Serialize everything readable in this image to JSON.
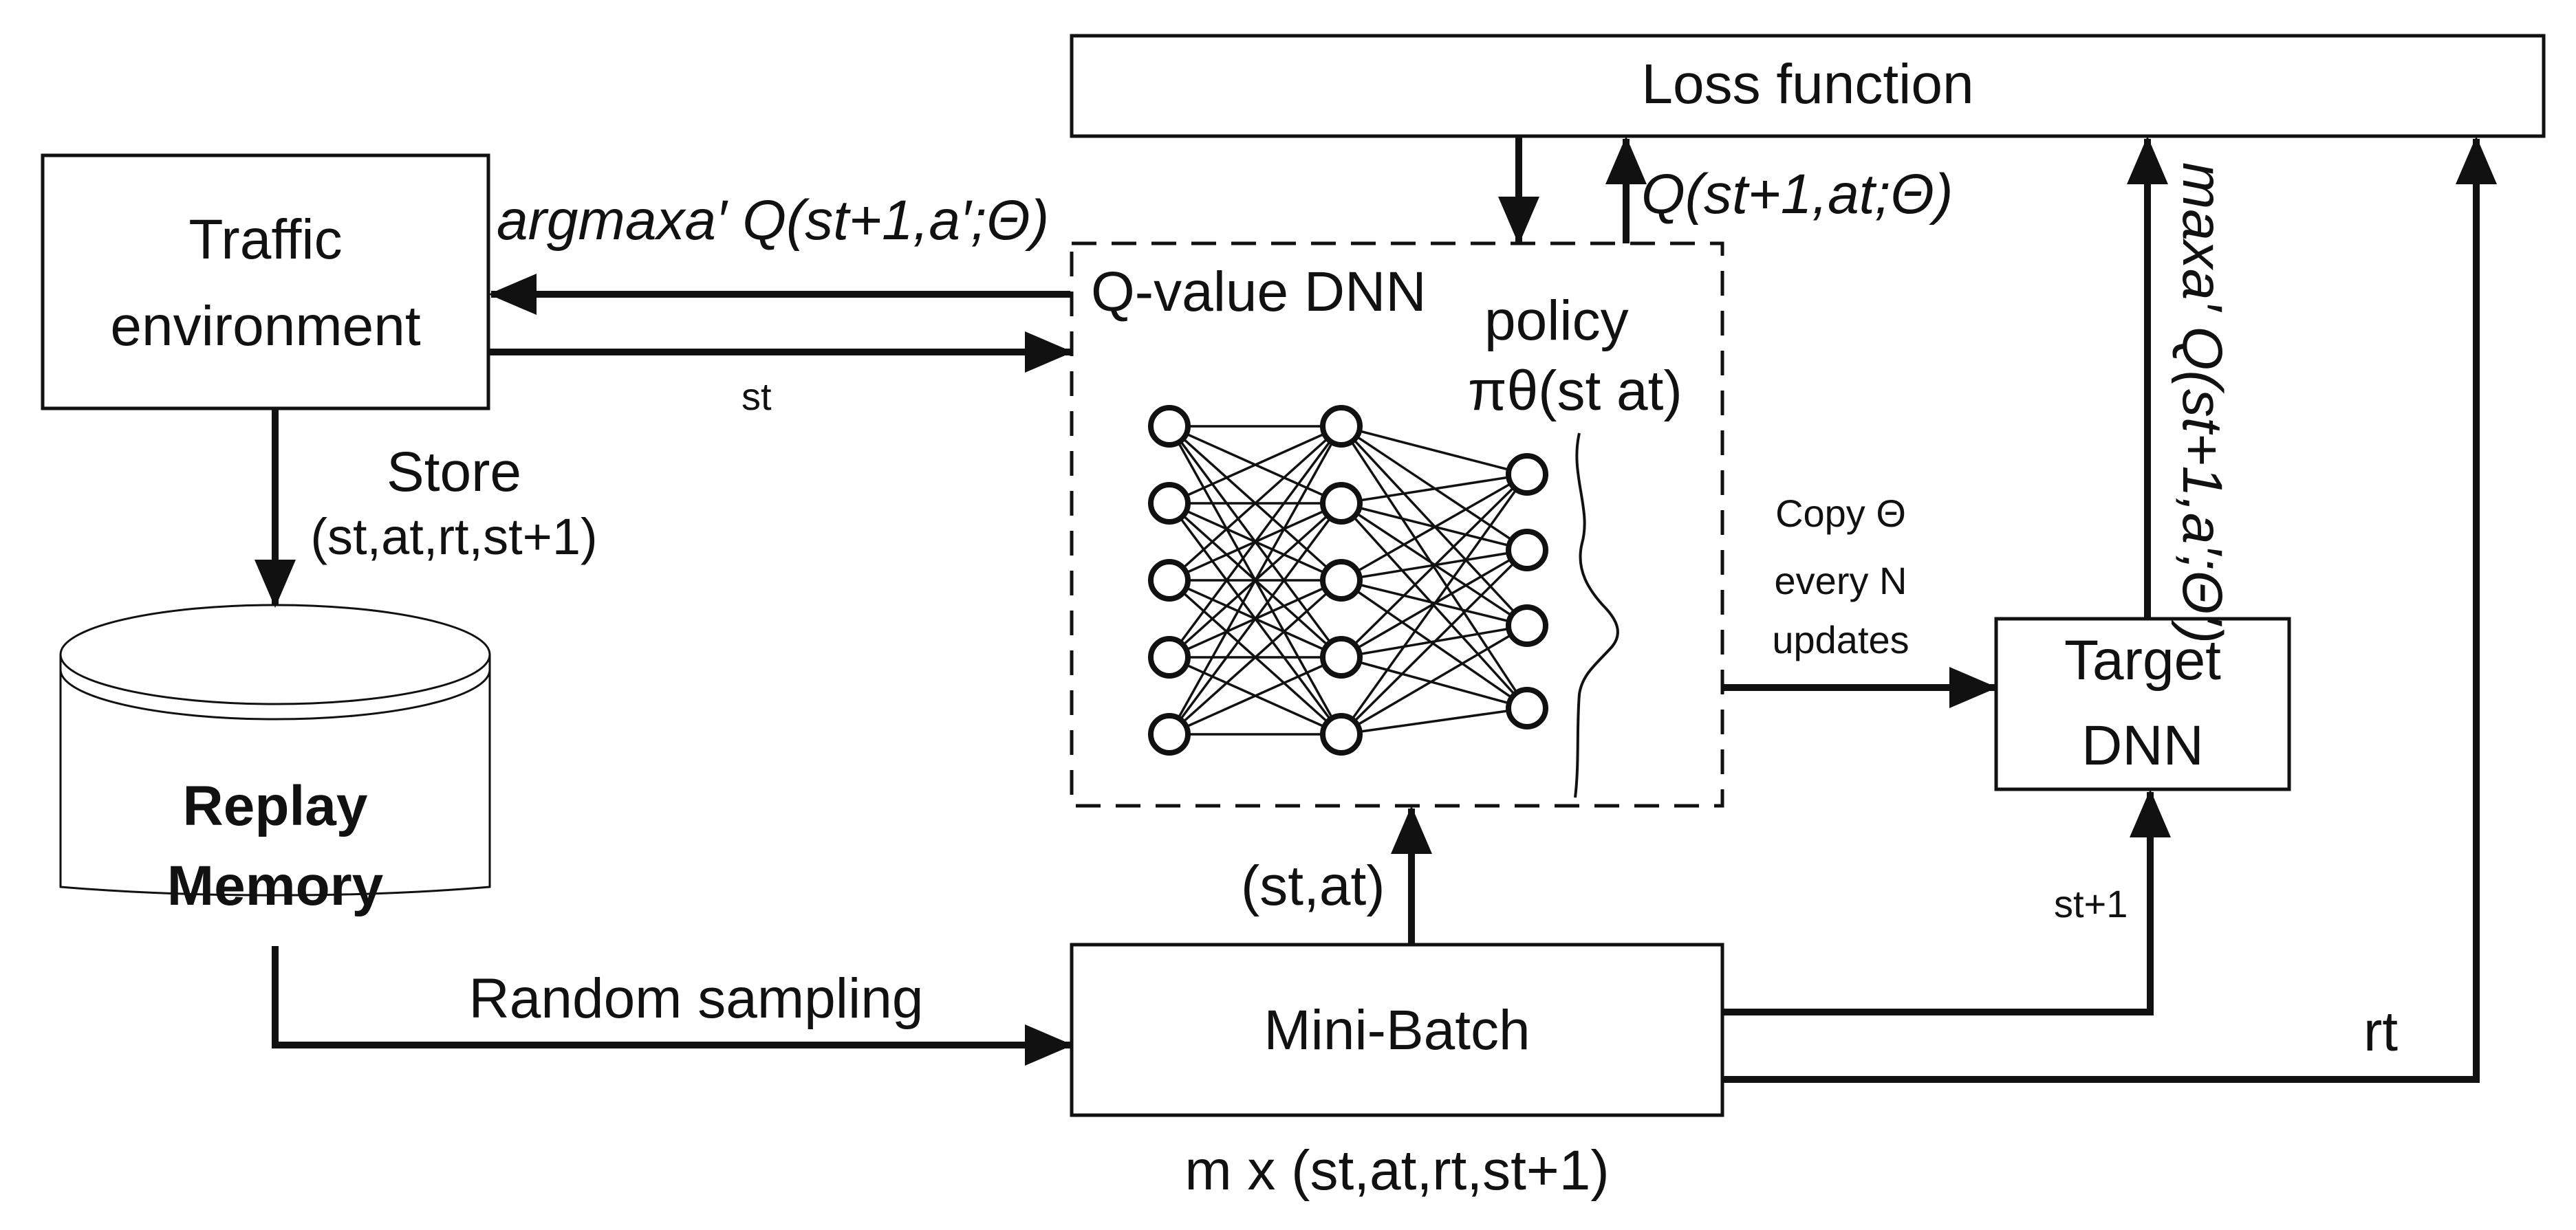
{
  "diagram": {
    "nodes": {
      "loss_function": "Loss function",
      "traffic_env_line1": "Traffic",
      "traffic_env_line2": "environment",
      "q_value_dnn": "Q-value DNN",
      "policy": "policy",
      "policy_formula": "πθ(st at)",
      "target_dnn_line1": "Target",
      "target_dnn_line2": "DNN",
      "replay_line1": "Replay",
      "replay_line2": "Memory",
      "mini_batch": "Mini-Batch"
    },
    "edges": {
      "argmax": "argmaxa′ Q(st+1,a′;Θ)",
      "state_st": "st",
      "store": "Store",
      "store_tuple": "(st,at,rt,st+1)",
      "q_loss": "Q(st+1,at;Θ)",
      "copy_line1": "Copy Θ",
      "copy_line2": "every N",
      "copy_line3": "updates",
      "max_target": "maxa′ Q(st+1,a′;Θ′)",
      "st_at": "(st,at)",
      "s_next": "st+1",
      "r_t": "rt",
      "random_sampling": "Random sampling",
      "batch_size": "m x (st,at,rt,st+1)"
    }
  }
}
